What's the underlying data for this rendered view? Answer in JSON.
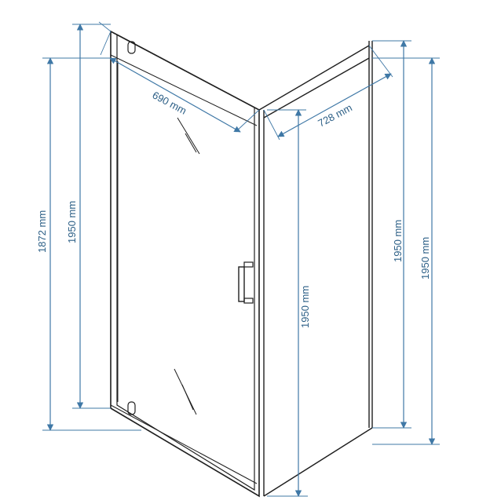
{
  "diagram": {
    "dimensions": {
      "door_width": "690 mm",
      "side_width": "728 mm",
      "door_opening_height": "1872 mm",
      "door_height": "1950 mm",
      "corner_height": "1950 mm",
      "side_inner_height": "1950 mm",
      "side_outer_height": "1950 mm"
    },
    "colors": {
      "dimension": "#3f78a6",
      "dimension_text": "#2c5f86",
      "frame": "#1f1f1f",
      "background": "#ffffff"
    }
  }
}
